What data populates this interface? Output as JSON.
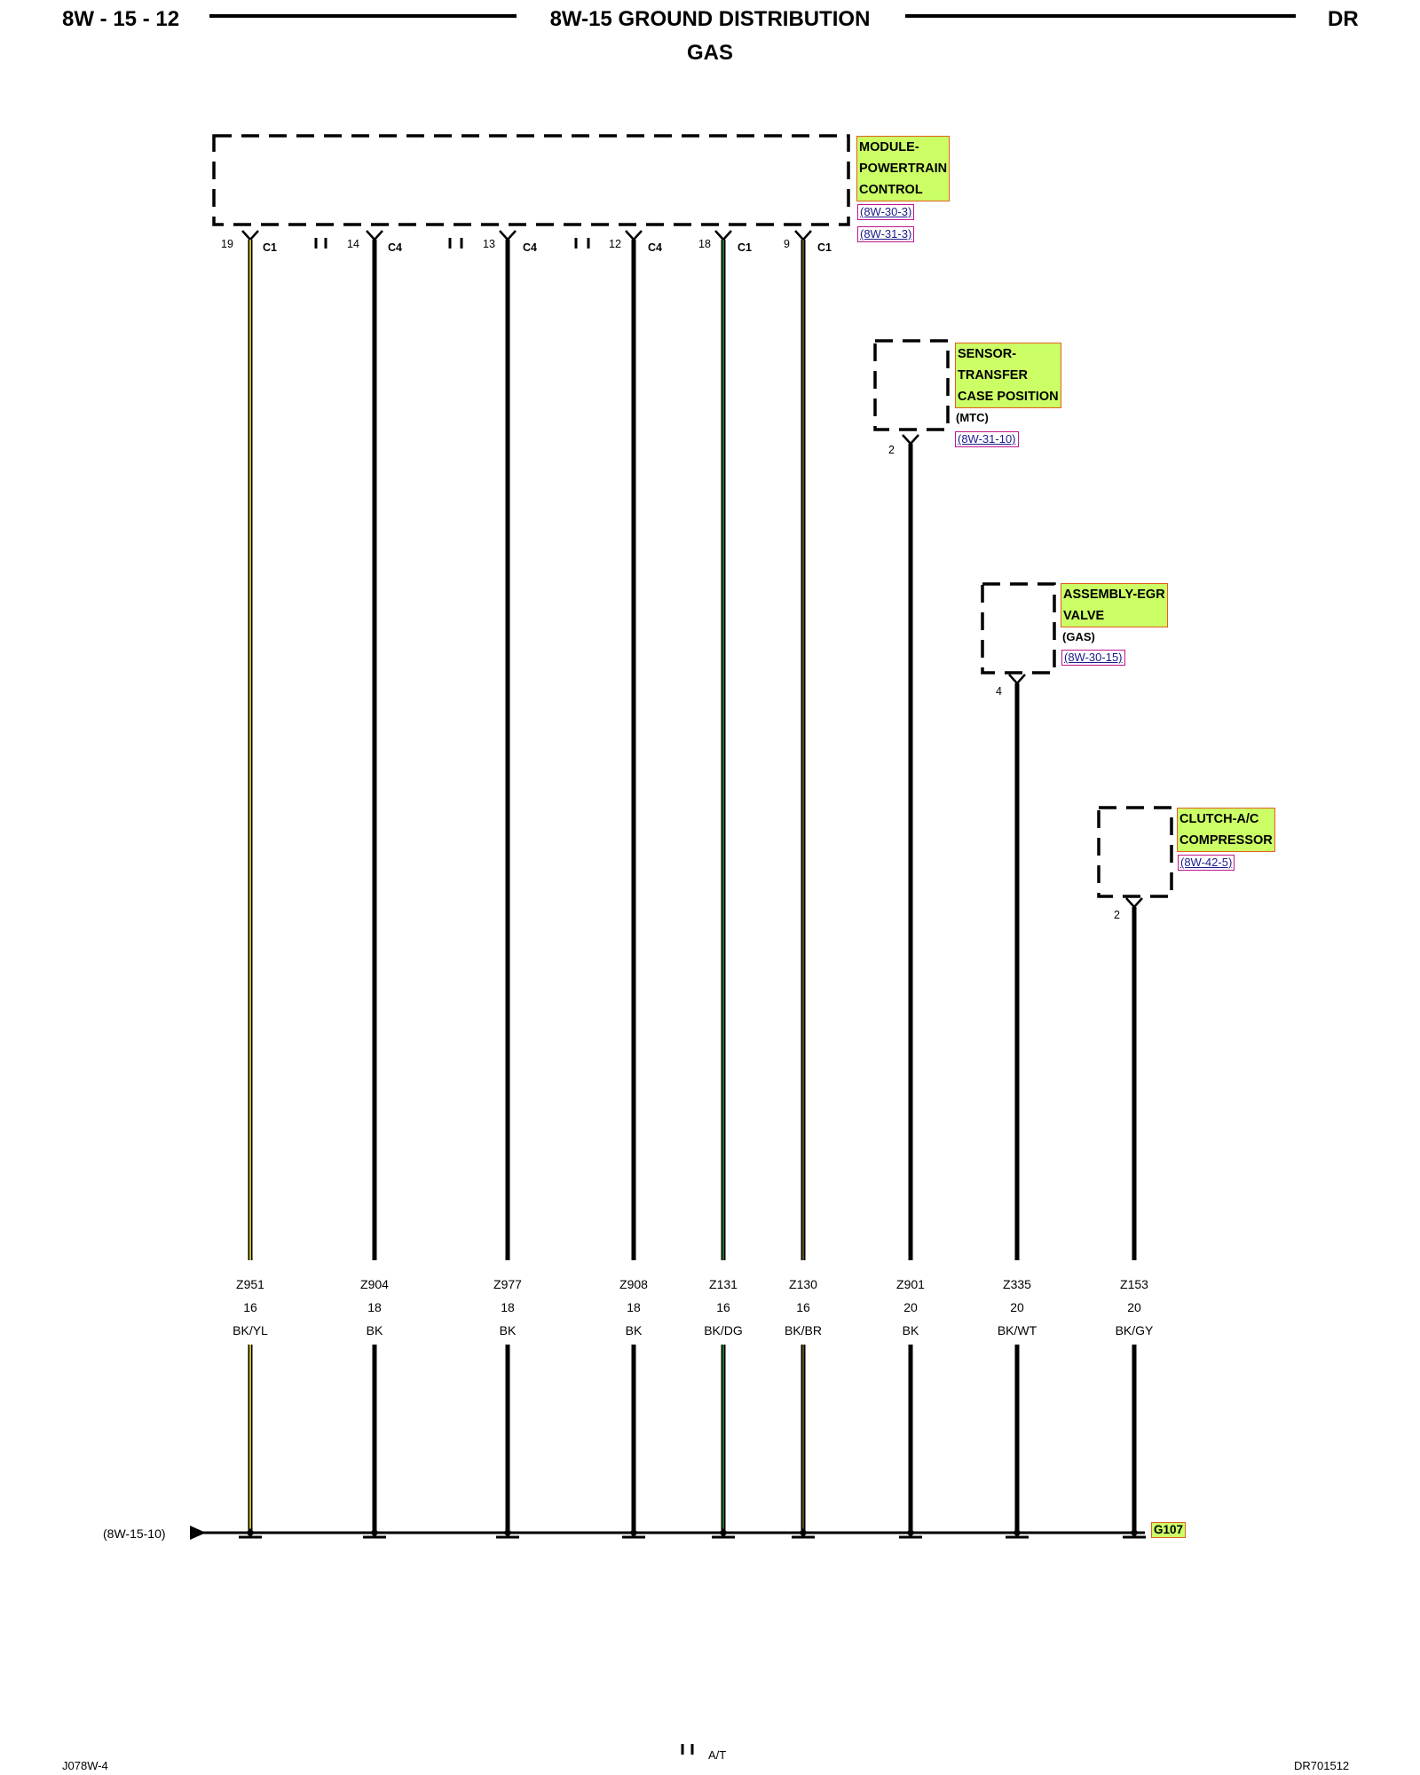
{
  "header": {
    "page_id": "8W - 15 - 12",
    "title": "8W-15 GROUND DISTRIBUTION",
    "subtitle": "GAS",
    "model": "DR"
  },
  "components": {
    "pcm": {
      "label_lines": [
        "MODULE-",
        "POWERTRAIN",
        "CONTROL"
      ],
      "refs": [
        "(8W-30-3)",
        "(8W-31-3)"
      ]
    },
    "tcps": {
      "label_lines": [
        "SENSOR-",
        "TRANSFER",
        "CASE POSITION"
      ],
      "note": "(MTC)",
      "refs": [
        "(8W-31-10)"
      ],
      "pin": "2"
    },
    "egr": {
      "label_lines": [
        "ASSEMBLY-EGR",
        "VALVE"
      ],
      "note": "(GAS)",
      "refs": [
        "(8W-30-15)"
      ],
      "pin": "4"
    },
    "ac": {
      "label_lines": [
        "CLUTCH-A/C",
        "COMPRESSOR"
      ],
      "refs": [
        "(8W-42-5)"
      ],
      "pin": "2"
    }
  },
  "pcm_pins": [
    {
      "pin": "19",
      "connector": "C1"
    },
    {
      "pin": "14",
      "connector": "C4"
    },
    {
      "pin": "13",
      "connector": "C4"
    },
    {
      "pin": "12",
      "connector": "C4"
    },
    {
      "pin": "18",
      "connector": "C1"
    },
    {
      "pin": "9",
      "connector": "C1"
    }
  ],
  "wires": [
    {
      "circuit": "Z951",
      "gauge": "16",
      "color": "BK/YL",
      "stroke": "#c8c020"
    },
    {
      "circuit": "Z904",
      "gauge": "18",
      "color": "BK",
      "stroke": "#000000"
    },
    {
      "circuit": "Z977",
      "gauge": "18",
      "color": "BK",
      "stroke": "#000000"
    },
    {
      "circuit": "Z908",
      "gauge": "18",
      "color": "BK",
      "stroke": "#000000"
    },
    {
      "circuit": "Z131",
      "gauge": "16",
      "color": "BK/DG",
      "stroke": "#1e6e1e"
    },
    {
      "circuit": "Z130",
      "gauge": "16",
      "color": "BK/BR",
      "stroke": "#5a4a1a"
    },
    {
      "circuit": "Z901",
      "gauge": "20",
      "color": "BK",
      "stroke": "#000000"
    },
    {
      "circuit": "Z335",
      "gauge": "20",
      "color": "BK/WT",
      "stroke": "#000000"
    },
    {
      "circuit": "Z153",
      "gauge": "20",
      "color": "BK/GY",
      "stroke": "#000000"
    }
  ],
  "ground": {
    "label": "G107",
    "continuation_ref": "(8W-15-10)"
  },
  "footer": {
    "left": "J078W-4",
    "legend_text": "A/T",
    "right": "DR701512"
  }
}
